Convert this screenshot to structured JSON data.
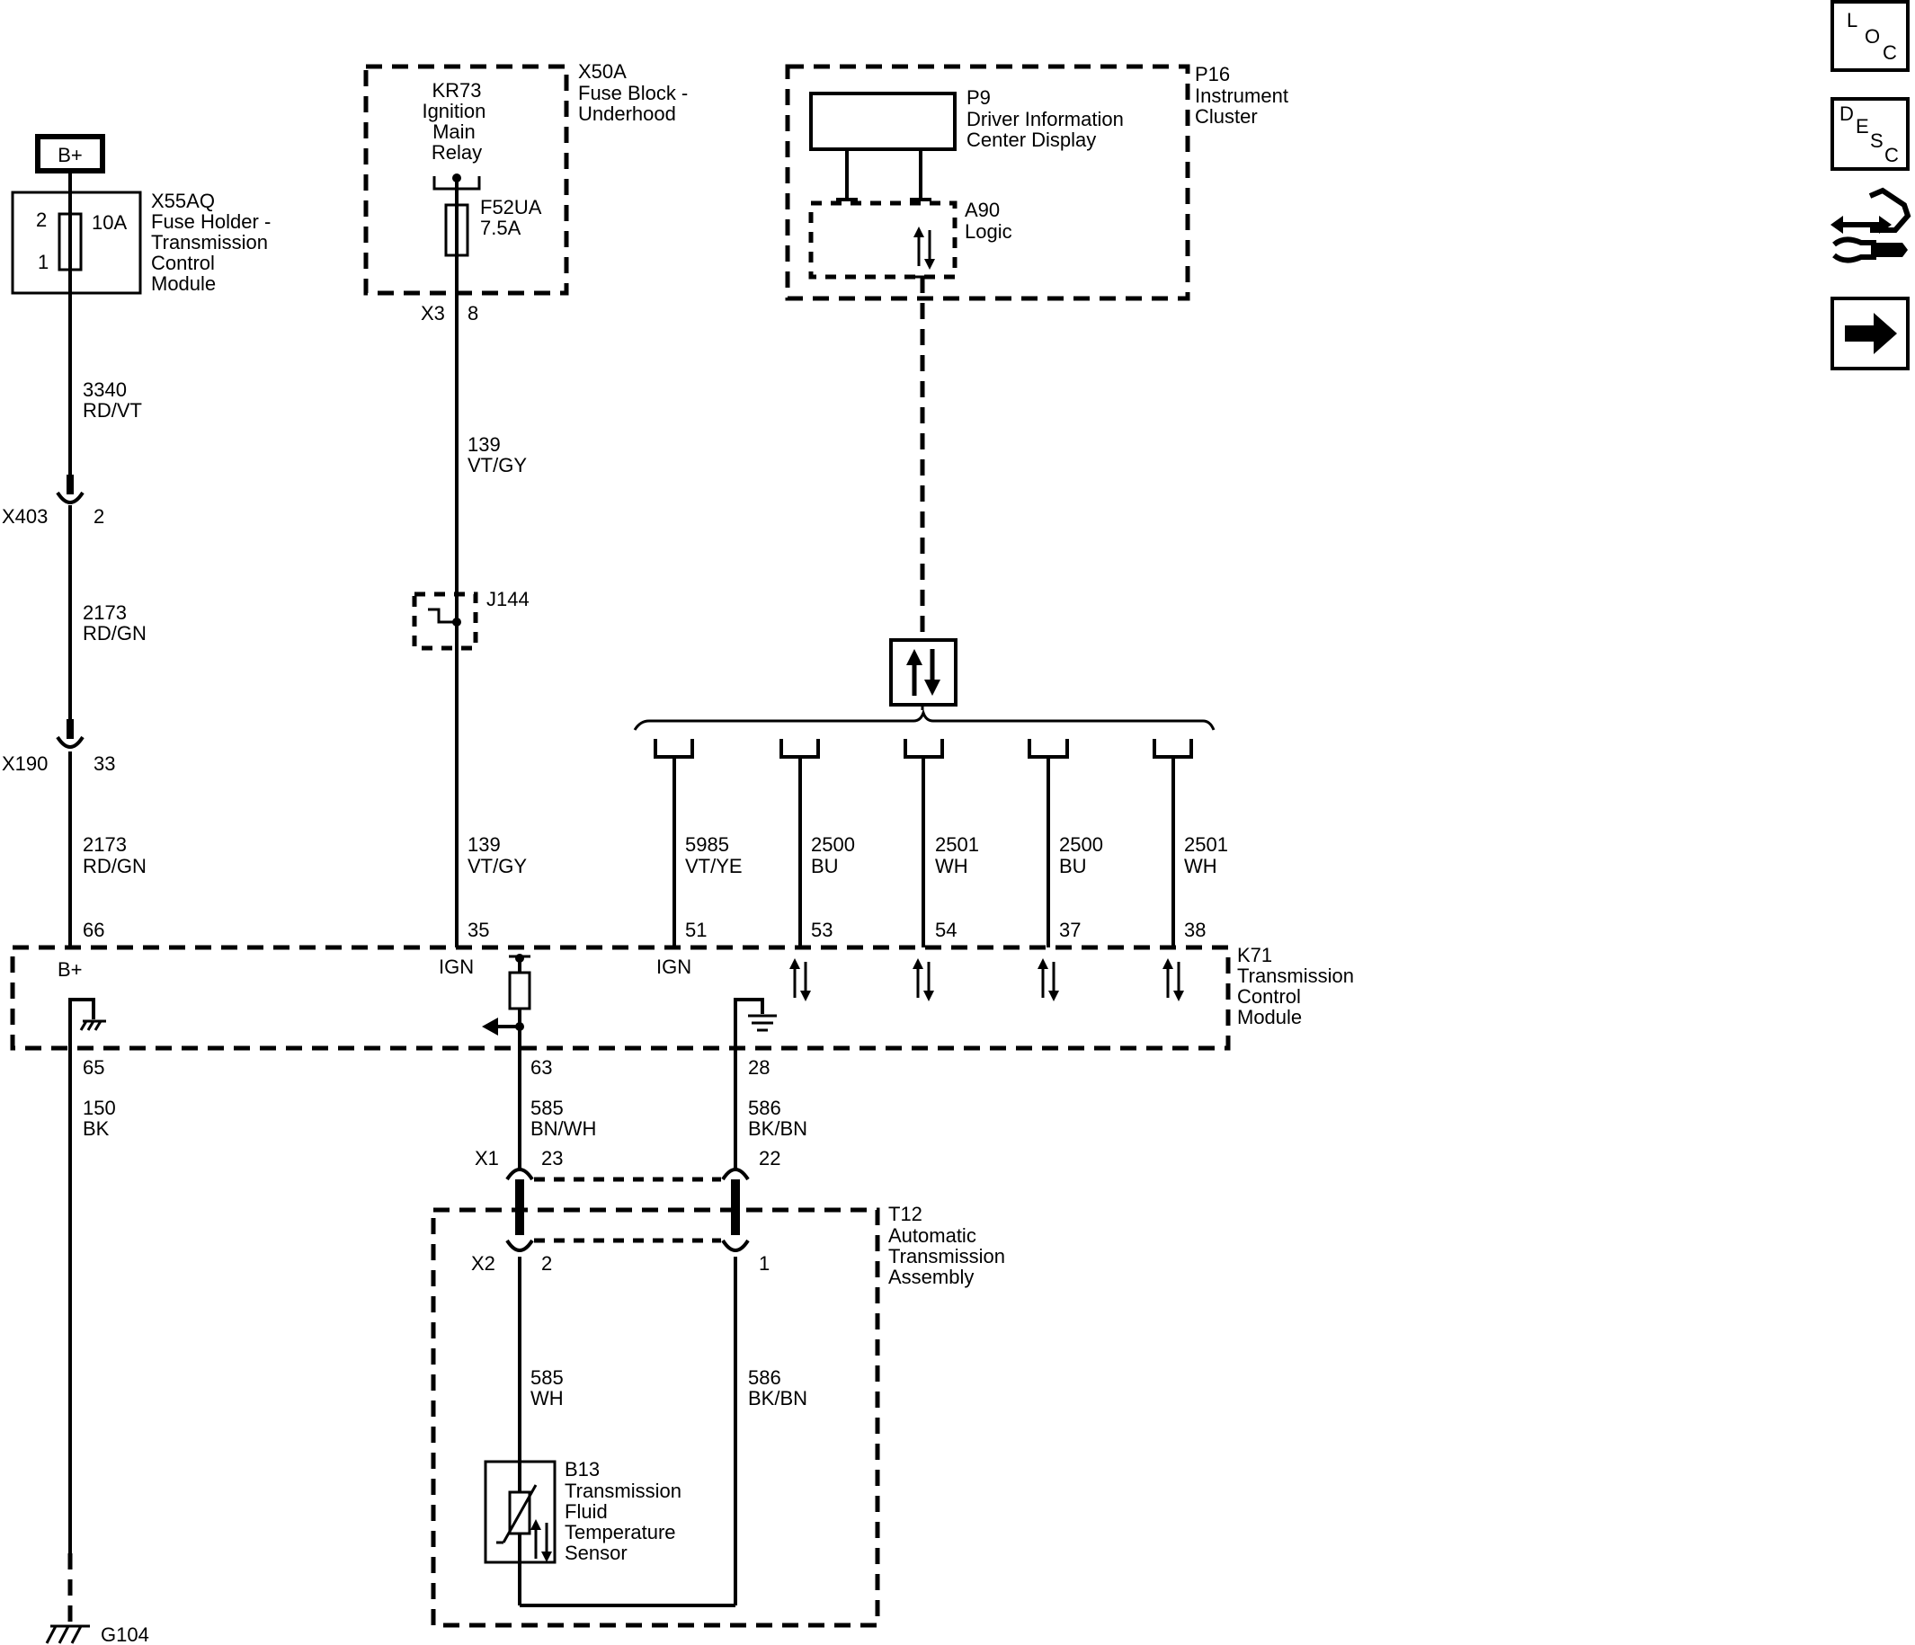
{
  "power": {
    "label": "B+"
  },
  "fuse_holder": {
    "id": "X55AQ",
    "name": [
      "Fuse Holder -",
      "Transmission",
      "Control",
      "Module"
    ],
    "pin_top": "2",
    "pin_bottom": "1",
    "rating": "10A"
  },
  "fuse_block": {
    "id": "X50A",
    "name": [
      "Fuse Block -",
      "Underhood"
    ],
    "relay_id": "KR73",
    "relay_name": [
      "Ignition",
      "Main",
      "Relay"
    ],
    "fuse_id": "F52UA",
    "fuse_rating": "7.5A",
    "connector": "X3",
    "pin": "8"
  },
  "instrument_cluster": {
    "id": "P16",
    "name": [
      "Instrument",
      "Cluster"
    ],
    "display_id": "P9",
    "display_name": [
      "Driver Information",
      "Center Display"
    ],
    "logic_id": "A90",
    "logic_name": "Logic"
  },
  "splice": {
    "id": "J144"
  },
  "inline_connectors": [
    {
      "id": "X403",
      "pin": "2"
    },
    {
      "id": "X190",
      "pin": "33"
    }
  ],
  "wires": {
    "w3340": {
      "circuit": "3340",
      "color": "RD/VT"
    },
    "w2173a": {
      "circuit": "2173",
      "color": "RD/GN"
    },
    "w2173b": {
      "circuit": "2173",
      "color": "RD/GN"
    },
    "w139a": {
      "circuit": "139",
      "color": "VT/GY"
    },
    "w139b": {
      "circuit": "139",
      "color": "VT/GY"
    },
    "w5985": {
      "circuit": "5985",
      "color": "VT/YE"
    },
    "w2500a": {
      "circuit": "2500",
      "color": "BU"
    },
    "w2501a": {
      "circuit": "2501",
      "color": "WH"
    },
    "w2500b": {
      "circuit": "2500",
      "color": "BU"
    },
    "w2501b": {
      "circuit": "2501",
      "color": "WH"
    },
    "w150": {
      "circuit": "150",
      "color": "BK"
    },
    "w585a": {
      "circuit": "585",
      "color": "BN/WH"
    },
    "w586a": {
      "circuit": "586",
      "color": "BK/BN"
    },
    "w585b": {
      "circuit": "585",
      "color": "WH"
    },
    "w586b": {
      "circuit": "586",
      "color": "BK/BN"
    }
  },
  "tcm": {
    "id": "K71",
    "name": [
      "Transmission",
      "Control",
      "Module"
    ],
    "pins_top": [
      "66",
      "35",
      "51",
      "53",
      "54",
      "37",
      "38"
    ],
    "pins_bottom": [
      "65",
      "63",
      "28"
    ],
    "labels": {
      "bplus": "B+",
      "ign1": "IGN",
      "ign2": "IGN"
    }
  },
  "transmission": {
    "id": "T12",
    "name": [
      "Automatic",
      "Transmission",
      "Assembly"
    ],
    "x1": {
      "id": "X1",
      "pin_a": "23",
      "pin_b": "22"
    },
    "x2": {
      "id": "X2",
      "pin_a": "2",
      "pin_b": "1"
    },
    "sensor_id": "B13",
    "sensor_name": [
      "Transmission",
      "Fluid",
      "Temperature",
      "Sensor"
    ]
  },
  "ground": {
    "id": "G104"
  },
  "side_icons": [
    "loc-icon",
    "desc-icon",
    "connector-tool-icon",
    "next-arrow-icon"
  ],
  "side_icon_text": {
    "loc": [
      "L",
      "O",
      "C"
    ],
    "desc": [
      "D",
      "E",
      "S",
      "C"
    ]
  }
}
